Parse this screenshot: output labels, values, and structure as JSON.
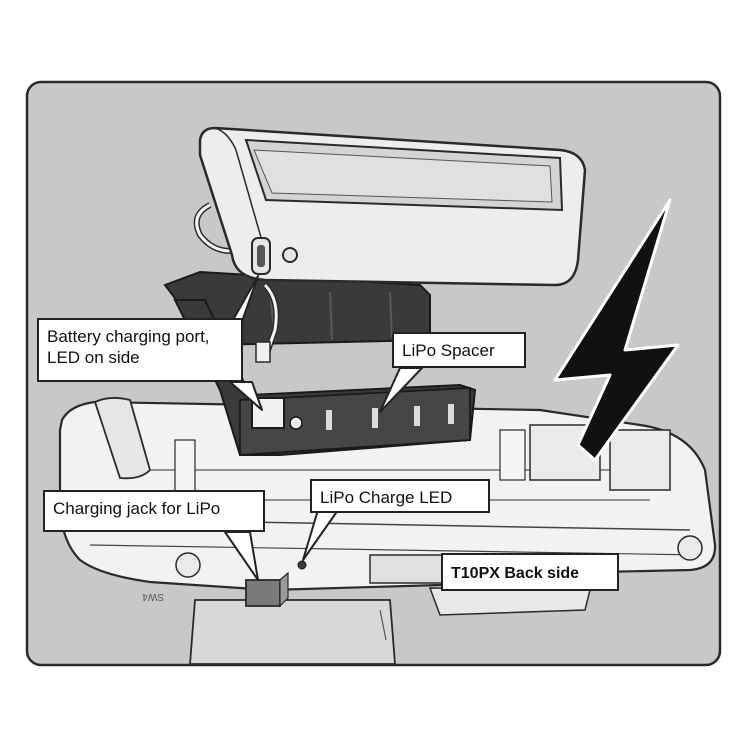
{
  "labels": {
    "battery_port": "Battery charging port, LED on side",
    "battery_port_line1": "Battery charging port,",
    "battery_port_line2": "LED on side",
    "lipo_spacer": "LiPo Spacer",
    "charging_jack": "Charging jack for LiPo",
    "charge_led": "LiPo Charge LED",
    "back_side": "T10PX Back side",
    "embossed_mark": "SW4"
  },
  "colors": {
    "panel_background": "#c8c8c8",
    "outline": "#2a2a2a",
    "transmitter_body": "#f2f2f2",
    "battery_body": "#ededed",
    "battery_label": "#d4d4d4",
    "spacer": "#3a3a3a",
    "jack": "#7a7a7a",
    "arrow": "#111111"
  },
  "icons": {
    "insert_direction": "lightning-arrow-icon"
  }
}
